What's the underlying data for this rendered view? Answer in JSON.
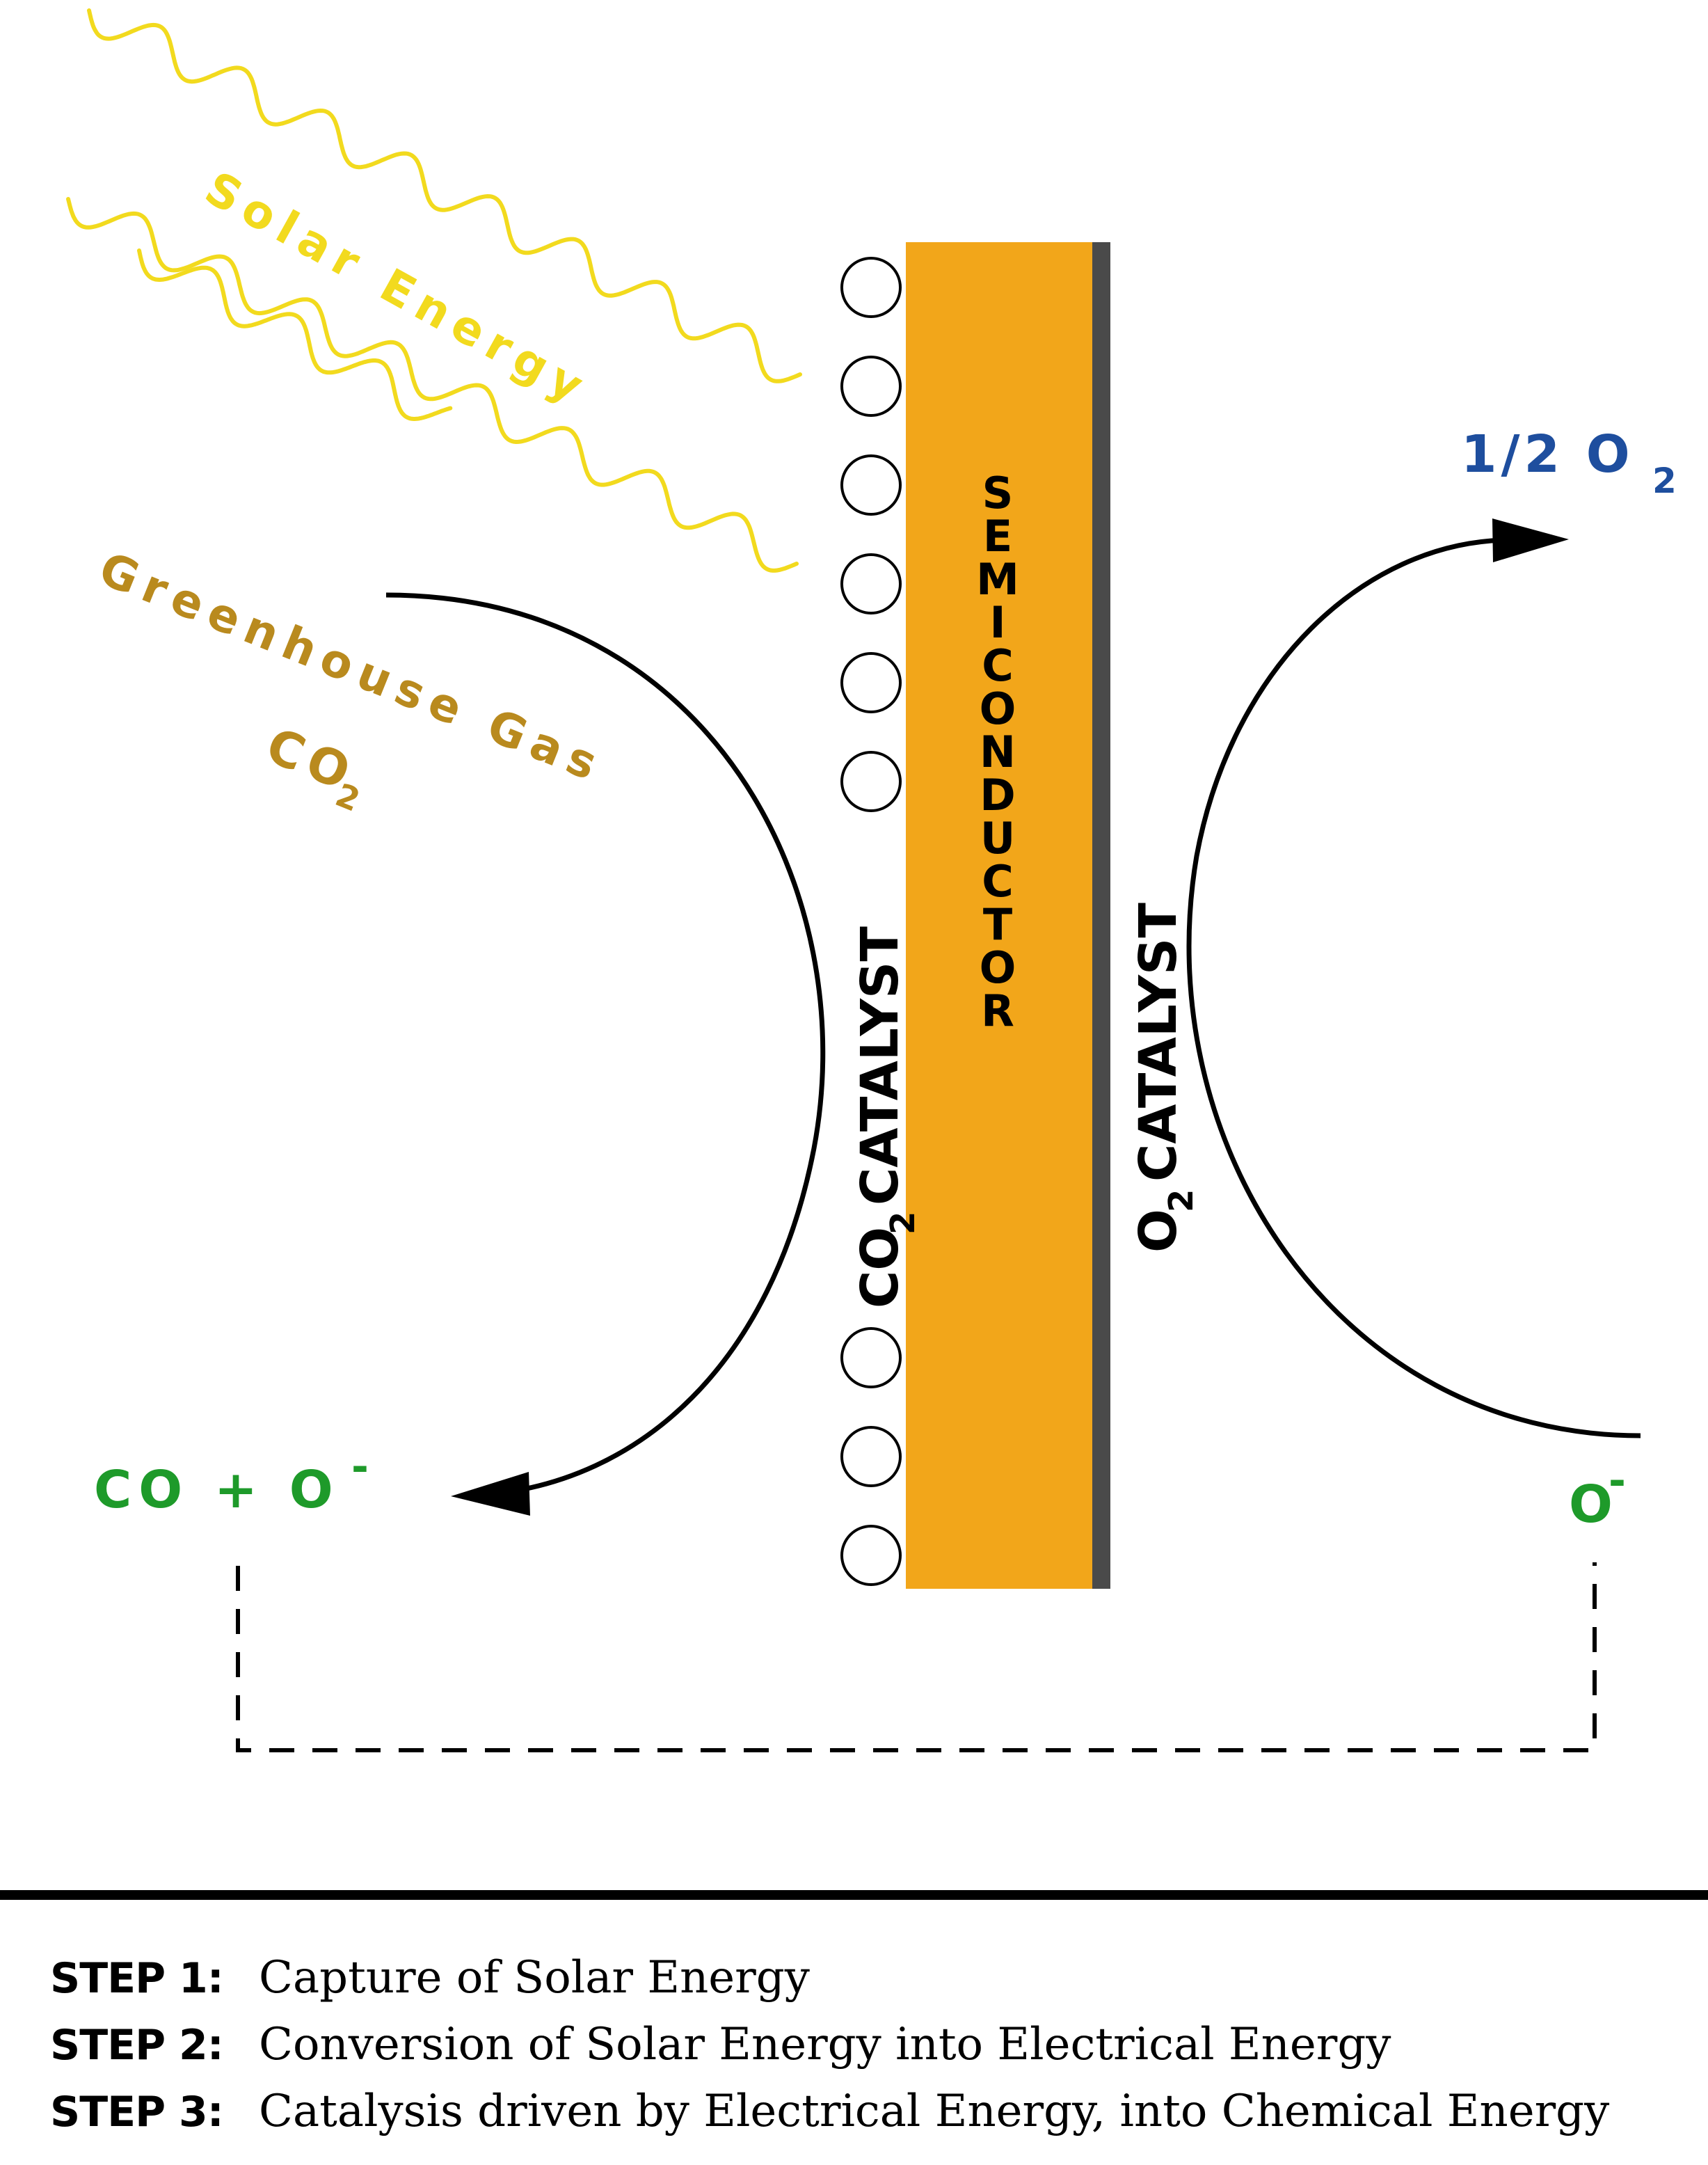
{
  "labels": {
    "solar_energy": "Solar Energy",
    "greenhouse_gas": "Greenhouse Gas",
    "co2_left": "CO",
    "co2_left_sub": "2",
    "half_o2": "1/2 O",
    "half_o2_sub": "2",
    "co_plus_o": "CO + O",
    "co_plus_o_sup": "-",
    "o_minus": "O",
    "o_minus_sup": "-",
    "co2_catalyst": "CO",
    "co2_catalyst_sub": "2",
    "co2_catalyst_word": "CATALYST",
    "o2_catalyst": "O",
    "o2_catalyst_sub": "2",
    "o2_catalyst_word": "CATALYST",
    "semiconductor_letters": [
      "S",
      "E",
      "M",
      "I",
      "C",
      "O",
      "N",
      "D",
      "U",
      "C",
      "T",
      "O",
      "R"
    ]
  },
  "steps": [
    {
      "label": "STEP 1:",
      "text": "Capture of Solar Energy"
    },
    {
      "label": "STEP 2:",
      "text": "Conversion of Solar Energy into Electrical Energy"
    },
    {
      "label": "STEP 3:",
      "text": "Catalysis driven by Electrical Energy, into Chemical Energy"
    }
  ],
  "colors": {
    "solar": "#F2DA1E",
    "greenhouse": "#B98A1E",
    "oxygen_blue": "#1E4E9E",
    "product_green": "#1E9A2A",
    "semiconductor": "#F2A61A",
    "backplate": "#4A4A4A"
  },
  "icons": {
    "catalyst_particle": "circle-outline"
  }
}
